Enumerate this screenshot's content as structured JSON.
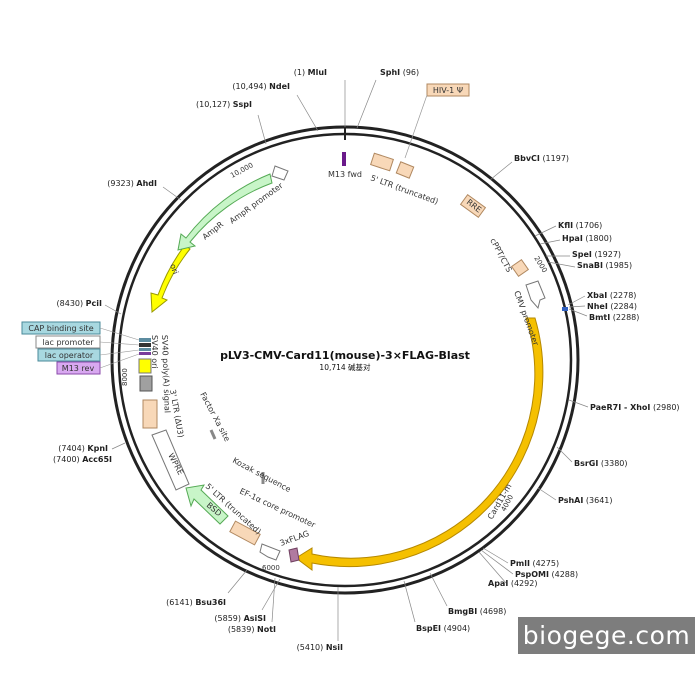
{
  "plasmid": {
    "name": "pLV3-CMV-Card11(mouse)-3×FLAG-Blast",
    "size_text": "10,714 碱基对"
  },
  "watermark": "biogege.com",
  "sites": [
    {
      "name": "MluI",
      "pos": "(1)"
    },
    {
      "name": "SphI",
      "pos": "(96)"
    },
    {
      "name": "NdeI",
      "pos": "(10,494)"
    },
    {
      "name": "SspI",
      "pos": "(10,127)"
    },
    {
      "name": "AhdI",
      "pos": "(9323)"
    },
    {
      "name": "PciI",
      "pos": "(8430)"
    },
    {
      "name": "BbvCI",
      "pos": "(1197)"
    },
    {
      "name": "KflI",
      "pos": "(1706)"
    },
    {
      "name": "HpaI",
      "pos": "(1800)"
    },
    {
      "name": "SpeI",
      "pos": "(1927)"
    },
    {
      "name": "SnaBI",
      "pos": "(1985)"
    },
    {
      "name": "XbaI",
      "pos": "(2278)"
    },
    {
      "name": "NheI",
      "pos": "(2284)"
    },
    {
      "name": "BmtI",
      "pos": "(2288)"
    },
    {
      "name": "PaeR7I - XhoI",
      "pos": "(2980)"
    },
    {
      "name": "BsrGI",
      "pos": "(3380)"
    },
    {
      "name": "PshAI",
      "pos": "(3641)"
    },
    {
      "name": "PmlI",
      "pos": "(4275)"
    },
    {
      "name": "PspOMI",
      "pos": "(4288)"
    },
    {
      "name": "ApaI",
      "pos": "(4292)"
    },
    {
      "name": "BmgBI",
      "pos": "(4698)"
    },
    {
      "name": "BspEI",
      "pos": "(4904)"
    },
    {
      "name": "NsiI",
      "pos": "(5410)"
    },
    {
      "name": "NotI",
      "pos": "(5839)"
    },
    {
      "name": "AsiSI",
      "pos": "(5859)"
    },
    {
      "name": "Bsu36I",
      "pos": "(6141)"
    },
    {
      "name": "KpnI",
      "pos": "(7404)"
    },
    {
      "name": "Acc65I",
      "pos": "(7400)"
    }
  ],
  "features": {
    "hiv_psi": "HIV-1 Ψ",
    "m13_fwd": "M13 fwd",
    "ltr5": "5' LTR (truncated)",
    "rre": "RRE",
    "cppt": "cPPT/CTS",
    "cmv": "CMV promoter",
    "card11": "Card11-m",
    "flag": "3xFLAG",
    "ef1a": "EF-1α core promoter",
    "kozak": "Kozak sequence",
    "factor_xa": "Factor Xa site",
    "ltr5b": "5' LTR (truncated)",
    "bsd": "BSD",
    "wpre": "WPRE",
    "ltr3": "3' LTR (ΔU3)",
    "sv40": "SV40 poly(A) signal",
    "sv40ori": "SV40 ori",
    "cap": "CAP binding site",
    "lacp": "lac promoter",
    "laco": "lac operator",
    "m13rev": "M13 rev",
    "ori": "ori",
    "ampr": "AmpR",
    "ampr_promoter": "AmpR promoter"
  },
  "ticks": [
    "2000",
    "4000",
    "6000",
    "8000",
    "10,000"
  ],
  "colors": {
    "backbone": "#222222",
    "card11": "#f5c000",
    "ori": "#ffff00",
    "ampr": "#c8f5c8",
    "ltr": "#f8d8b8",
    "cap": "#a8d8e0",
    "m13rev": "#d8a8f0",
    "flag": "#b07aa0",
    "watermark_bg": "#7d7d7d"
  }
}
